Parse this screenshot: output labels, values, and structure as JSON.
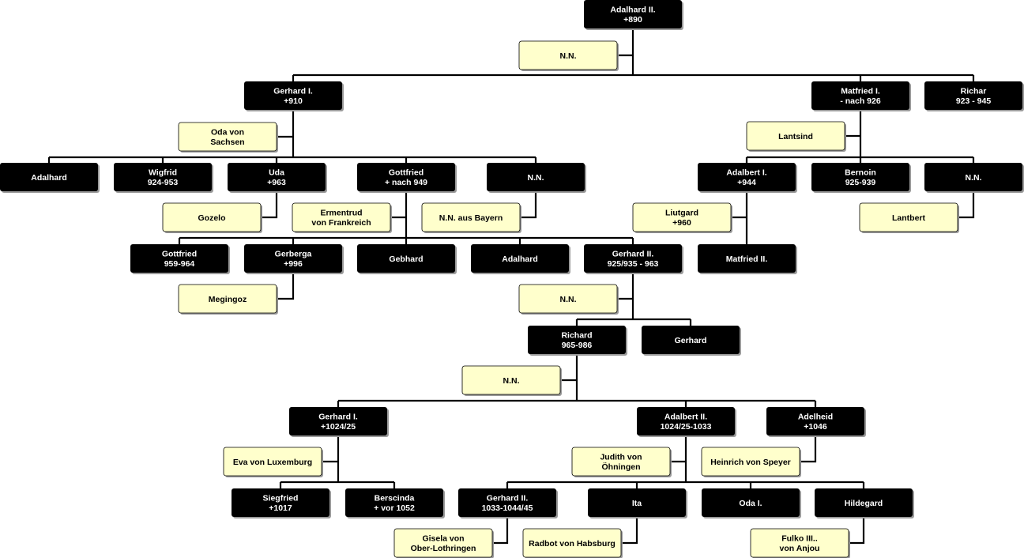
{
  "colors": {
    "person_fill": "#000000",
    "person_text": "#ffffff",
    "spouse_fill": "#ffffcc",
    "spouse_text": "#000000",
    "spouse_border": "#000000",
    "line": "#000000",
    "shadow": "#9a9a9a"
  },
  "persons": [
    {
      "id": "adalhard2",
      "lines": [
        "Adalhard II.",
        "+890"
      ]
    },
    {
      "id": "gerhard1",
      "lines": [
        "Gerhard I.",
        "+910"
      ]
    },
    {
      "id": "matfried1",
      "lines": [
        "Matfried I.",
        "- nach 926"
      ]
    },
    {
      "id": "richar",
      "lines": [
        "Richar",
        "923 - 945"
      ]
    },
    {
      "id": "adalhard_a",
      "lines": [
        "Adalhard"
      ]
    },
    {
      "id": "wigfrid",
      "lines": [
        "Wigfrid",
        "924-953"
      ]
    },
    {
      "id": "uda",
      "lines": [
        "Uda",
        "+963"
      ]
    },
    {
      "id": "gottfried1",
      "lines": [
        "Gottfried",
        "+ nach 949"
      ]
    },
    {
      "id": "nn_child",
      "lines": [
        "N.N."
      ]
    },
    {
      "id": "adalbert1",
      "lines": [
        "Adalbert I.",
        "+944"
      ]
    },
    {
      "id": "bernoin",
      "lines": [
        "Bernoin",
        "925-939"
      ]
    },
    {
      "id": "nn_child2",
      "lines": [
        "N.N."
      ]
    },
    {
      "id": "gottfried2",
      "lines": [
        "Gottfried",
        "959-964"
      ]
    },
    {
      "id": "gerberga",
      "lines": [
        "Gerberga",
        "+996"
      ]
    },
    {
      "id": "gebhard",
      "lines": [
        "Gebhard"
      ]
    },
    {
      "id": "adalhard_b",
      "lines": [
        "Adalhard"
      ]
    },
    {
      "id": "gerhard2",
      "lines": [
        "Gerhard II.",
        "925/935 - 963"
      ]
    },
    {
      "id": "matfried2",
      "lines": [
        "Matfried II."
      ]
    },
    {
      "id": "richard",
      "lines": [
        "Richard",
        "965-986"
      ]
    },
    {
      "id": "gerhard_c",
      "lines": [
        "Gerhard"
      ]
    },
    {
      "id": "gerhard1b",
      "lines": [
        "Gerhard I.",
        "+1024/25"
      ]
    },
    {
      "id": "adalbert2",
      "lines": [
        "Adalbert II.",
        "1024/25-1033"
      ]
    },
    {
      "id": "adelheid",
      "lines": [
        "Adelheid",
        "+1046"
      ]
    },
    {
      "id": "siegfried",
      "lines": [
        "Siegfried",
        "+1017"
      ]
    },
    {
      "id": "berscinda",
      "lines": [
        "Berscinda",
        "+ vor 1052"
      ]
    },
    {
      "id": "gerhard2b",
      "lines": [
        "Gerhard II.",
        "1033-1044/45"
      ]
    },
    {
      "id": "ita",
      "lines": [
        "Ita"
      ]
    },
    {
      "id": "oda1",
      "lines": [
        "Oda I."
      ]
    },
    {
      "id": "hildegard",
      "lines": [
        "Hildegard"
      ]
    }
  ],
  "spouses": [
    {
      "id": "nn1",
      "lines": [
        "N.N."
      ]
    },
    {
      "id": "oda_sachsen",
      "lines": [
        "Oda von",
        "Sachsen"
      ]
    },
    {
      "id": "lantsind",
      "lines": [
        "Lantsind"
      ]
    },
    {
      "id": "gozelo",
      "lines": [
        "Gozelo"
      ]
    },
    {
      "id": "ermentrud",
      "lines": [
        "Ermentrud",
        "von Frankreich"
      ]
    },
    {
      "id": "nn_bayern",
      "lines": [
        "N.N. aus Bayern"
      ]
    },
    {
      "id": "liutgard",
      "lines": [
        "Liutgard",
        "+960"
      ]
    },
    {
      "id": "lantbert",
      "lines": [
        "Lantbert"
      ]
    },
    {
      "id": "megingoz",
      "lines": [
        "Megingoz"
      ]
    },
    {
      "id": "nn2",
      "lines": [
        "N.N."
      ]
    },
    {
      "id": "nn3",
      "lines": [
        "N.N."
      ]
    },
    {
      "id": "eva",
      "lines": [
        "Eva von Luxemburg"
      ]
    },
    {
      "id": "judith",
      "lines": [
        "Judith von",
        "Öhningen"
      ]
    },
    {
      "id": "heinrich",
      "lines": [
        "Heinrich von Speyer"
      ]
    },
    {
      "id": "gisela",
      "lines": [
        "Gisela von",
        "Ober-Lothringen"
      ]
    },
    {
      "id": "radbot",
      "lines": [
        "Radbot von Habsburg"
      ]
    },
    {
      "id": "fulko",
      "lines": [
        "Fulko III..",
        "von Anjou"
      ]
    }
  ]
}
